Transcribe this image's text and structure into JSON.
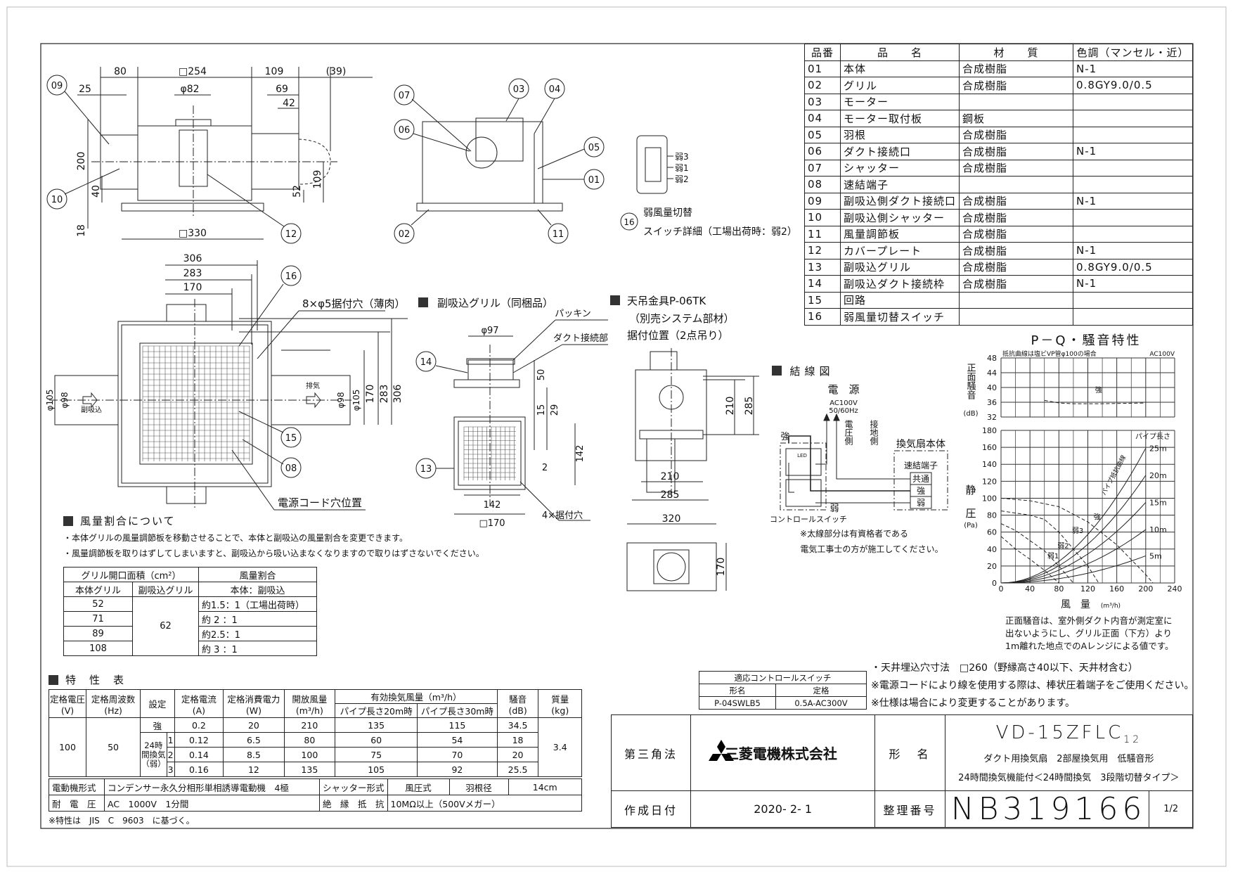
{
  "parts_table": {
    "headers": [
      "品番",
      "品　　名",
      "材　　質",
      "色調（マンセル・近）"
    ],
    "rows": [
      [
        "01",
        "本体",
        "合成樹脂",
        "N-1"
      ],
      [
        "02",
        "グリル",
        "合成樹脂",
        "0.8GY9.0/0.5"
      ],
      [
        "03",
        "モーター",
        "",
        ""
      ],
      [
        "04",
        "モーター取付板",
        "鋼板",
        ""
      ],
      [
        "05",
        "羽根",
        "合成樹脂",
        ""
      ],
      [
        "06",
        "ダクト接続口",
        "合成樹脂",
        "N-1"
      ],
      [
        "07",
        "シャッター",
        "合成樹脂",
        ""
      ],
      [
        "08",
        "速結端子",
        "",
        ""
      ],
      [
        "09",
        "副吸込側ダクト接続口",
        "合成樹脂",
        "N-1"
      ],
      [
        "10",
        "副吸込側シャッター",
        "合成樹脂",
        ""
      ],
      [
        "11",
        "風量調節板",
        "合成樹脂",
        ""
      ],
      [
        "12",
        "カバープレート",
        "合成樹脂",
        "N-1"
      ],
      [
        "13",
        "副吸込グリル",
        "合成樹脂",
        "0.8GY9.0/0.5"
      ],
      [
        "14",
        "副吸込ダクト接続枠",
        "合成樹脂",
        "N-1"
      ],
      [
        "15",
        "回路",
        "",
        ""
      ],
      [
        "16",
        "弱風量切替スイッチ",
        "",
        ""
      ]
    ]
  },
  "side_view": {
    "dims": [
      "80",
      "□254",
      "109",
      "(39)",
      "25",
      "φ82",
      "69",
      "42",
      "200",
      "40",
      "52",
      "109",
      "18",
      "□330"
    ],
    "callouts": [
      "09",
      "10",
      "12"
    ]
  },
  "section_view": {
    "callouts": [
      "07",
      "06",
      "03",
      "04",
      "05",
      "01",
      "02",
      "11"
    ]
  },
  "switch_detail": {
    "positions": [
      "弱3",
      "弱1",
      "弱2"
    ],
    "callout": "16",
    "caption_1": "弱風量切替",
    "caption_2": "スイッチ詳細（工場出荷時：弱2）"
  },
  "plan_view": {
    "dims_top": [
      "306",
      "283",
      "170"
    ],
    "dims_left": [
      "φ105",
      "φ98"
    ],
    "dims_right": [
      "φ98",
      "φ105",
      "170",
      "283",
      "306"
    ],
    "mount_holes": "8×φ5据付穴（薄肉）",
    "cord_hole": "電源コード穴位置",
    "inlet_label": "副吸込",
    "exhaust_label": "排気",
    "callouts": [
      "16",
      "15",
      "08"
    ]
  },
  "sub_grille": {
    "heading": "副吸込グリル（同梱品）",
    "packing": "パッキン",
    "duct_part": "ダクト接続部",
    "dims": [
      "φ97",
      "50",
      "15",
      "29",
      "142",
      "2",
      "142",
      "□170"
    ],
    "holes": "4×据付穴",
    "callouts": [
      "14",
      "13"
    ]
  },
  "hanger": {
    "heading_1": "天吊金具P-06TK",
    "heading_2": "（別売システム部材）",
    "heading_3": "据付位置（2点吊り）",
    "dims": [
      "210",
      "285",
      "210",
      "285",
      "320",
      "170"
    ]
  },
  "wiring": {
    "heading": "結線図",
    "power": "電　源",
    "voltage": "AC100V",
    "frequency": "50/60Hz",
    "voltage_side": "電圧側",
    "ground_side": "接地側",
    "strong": "強",
    "weak": "弱",
    "fan_body": "換気扇本体",
    "terminal": "速結端子",
    "terminals": [
      "共通",
      "強",
      "弱"
    ],
    "led": "LED",
    "switch_label": "コントロールスイッチ",
    "note_1": "※太線部分は有資格者である",
    "note_2": "電気工事士の方が施工してください。"
  },
  "wind_ratio": {
    "heading": "風量割合について",
    "bullet_1": "・本体グリルの風量調節板を移動させることで、本体と副吸込の風量割合を変更できます。",
    "bullet_2": "・風量調節板を取りはずしてしまいますと、副吸込から吸い込まなくなりますので取りはずさないでください。",
    "header_area": "グリル開口面積（cm²）",
    "header_ratio": "風量割合",
    "header_main": "本体グリル",
    "header_sub": "副吸込グリル",
    "header_ratio_sub": "本体：副吸込",
    "sub_value": "62",
    "rows": [
      [
        "52",
        "約1.5：1（工場出荷時）"
      ],
      [
        "71",
        "約 2 ：1"
      ],
      [
        "89",
        "約2.5：1"
      ],
      [
        "108",
        "約 3 ：1"
      ]
    ]
  },
  "chart_data": {
    "type": "line",
    "title": "P－Q・騒音特性",
    "subtitle": "抵抗曲線は塩ビVP管φ100の場合",
    "power_note": "AC100V",
    "xlabel": "風　量",
    "xunit": "(m³/h)",
    "x_ticks": [
      0,
      40,
      80,
      120,
      160,
      200,
      240
    ],
    "xlim": [
      0,
      240
    ],
    "noise": {
      "ylabel": "正面騒音",
      "yunit": "(dB)",
      "ylim": [
        32,
        48
      ],
      "y_ticks": [
        32,
        36,
        40,
        44,
        48
      ],
      "series": [
        {
          "name": "強",
          "x": [
            60,
            80,
            100,
            140,
            200
          ],
          "y": [
            36.5,
            35.8,
            35.6,
            35.6,
            35.8
          ]
        }
      ]
    },
    "pressure": {
      "ylabel_1": "静",
      "ylabel_2": "圧",
      "yunit": "(Pa)",
      "ylim": [
        0,
        180
      ],
      "y_ticks": [
        0,
        20,
        40,
        60,
        80,
        100,
        120,
        140,
        160,
        180
      ],
      "fan_series": [
        {
          "name": "強",
          "x": [
            0,
            40,
            80,
            120,
            160,
            200,
            210
          ],
          "y": [
            100,
            97,
            90,
            72,
            45,
            10,
            0
          ]
        },
        {
          "name": "弱3",
          "x": [
            0,
            40,
            60,
            80,
            100,
            120,
            135
          ],
          "y": [
            85,
            80,
            75,
            60,
            40,
            20,
            0
          ]
        },
        {
          "name": "弱2",
          "x": [
            0,
            20,
            40,
            60,
            80,
            100
          ],
          "y": [
            70,
            62,
            50,
            38,
            20,
            0
          ]
        },
        {
          "name": "弱1",
          "x": [
            0,
            20,
            40,
            60,
            80
          ],
          "y": [
            55,
            40,
            28,
            15,
            0
          ]
        }
      ],
      "resistance_title": "パイプ長さ",
      "resistance_curve_label": "パイプ抵抗曲線",
      "resistance_series": [
        {
          "name": "25m",
          "pa_at_200": 159
        },
        {
          "name": "20m",
          "pa_at_200": 127
        },
        {
          "name": "15m",
          "pa_at_200": 95
        },
        {
          "name": "10m",
          "pa_at_200": 63
        },
        {
          "name": "5m",
          "pa_at_200": 32
        }
      ]
    },
    "caption": [
      "正面騒音は、室外側ダクト内音が測定室に",
      "出ないようにし、グリル正面（下方）より",
      "1m離れた地点でのAレンジによる値です。"
    ]
  },
  "spec_table": {
    "heading": "特　性　表",
    "headers": {
      "voltage": "定格電圧",
      "voltage_unit": "(V)",
      "frequency": "定格周波数",
      "frequency_unit": "(Hz)",
      "setting": "設定",
      "current": "定格電流",
      "current_unit": "(A)",
      "power": "定格消費電力",
      "power_unit": "(W)",
      "open_flow": "開放風量",
      "open_flow_unit": "(m³/h)",
      "effective_flow": "有効換気風量（m³/h）",
      "pipe20": "パイプ長さ20m時",
      "pipe30": "パイプ長さ30m時",
      "noise": "騒音",
      "noise_unit": "(dB)",
      "mass": "質量",
      "mass_unit": "(kg)"
    },
    "voltage": "100",
    "frequency": "50",
    "mass": "3.4",
    "mode_24h": "24時間換気（弱）",
    "rows": [
      {
        "setting": "強",
        "current": "0.2",
        "power": "20",
        "open": "210",
        "p20": "135",
        "p30": "115",
        "db": "34.5"
      },
      {
        "setting": "1",
        "current": "0.12",
        "power": "6.5",
        "open": "80",
        "p20": "60",
        "p30": "54",
        "db": "18"
      },
      {
        "setting": "2",
        "current": "0.14",
        "power": "8.5",
        "open": "100",
        "p20": "75",
        "p30": "70",
        "db": "20"
      },
      {
        "setting": "3",
        "current": "0.16",
        "power": "12",
        "open": "135",
        "p20": "105",
        "p30": "92",
        "db": "25.5"
      }
    ],
    "motor_label": "電動機形式",
    "motor_value": "コンデンサー永久分相形単相誘導電動機　4極",
    "shutter_label": "シャッター形式",
    "shutter_value": "風圧式",
    "blade_label": "羽根径",
    "blade_value": "14cm",
    "withstand_label": "耐　電　圧",
    "withstand_value": "AC　1000V　1分間",
    "insulation_label": "絶　縁　抵　抗",
    "insulation_value": "10MΩ以上（500Vメガー）",
    "footnote": "※特性は　JIS　C　9603　に基づく。"
  },
  "control_switch": {
    "title": "適応コントロールスイッチ",
    "col_model": "形名",
    "col_rating": "定格",
    "model": "P-04SWLB5",
    "rating": "0.5A-AC300V"
  },
  "notes": [
    "・天井埋込穴寸法　□260（野縁高さ40以下、天井材含む）",
    "※電源コードにより線を使用する際は、棒状圧着端子をご使用ください。",
    "※仕様は場合により変更することがあります。"
  ],
  "title_block": {
    "projection": "第三角法",
    "company": "三菱電機株式会社",
    "model_label": "形　名",
    "model": "VD-15ZFLC",
    "model_suffix": "12",
    "desc_1": "ダクト用換気扇　2部屋換気用　低騒音形",
    "desc_2": "24時間換気機能付＜24時間換気　3段階切替タイプ＞",
    "date_label": "作成日付",
    "date": "2020- 2- 1",
    "number_label": "整理番号",
    "number": "NB319166",
    "page": "1/2"
  }
}
